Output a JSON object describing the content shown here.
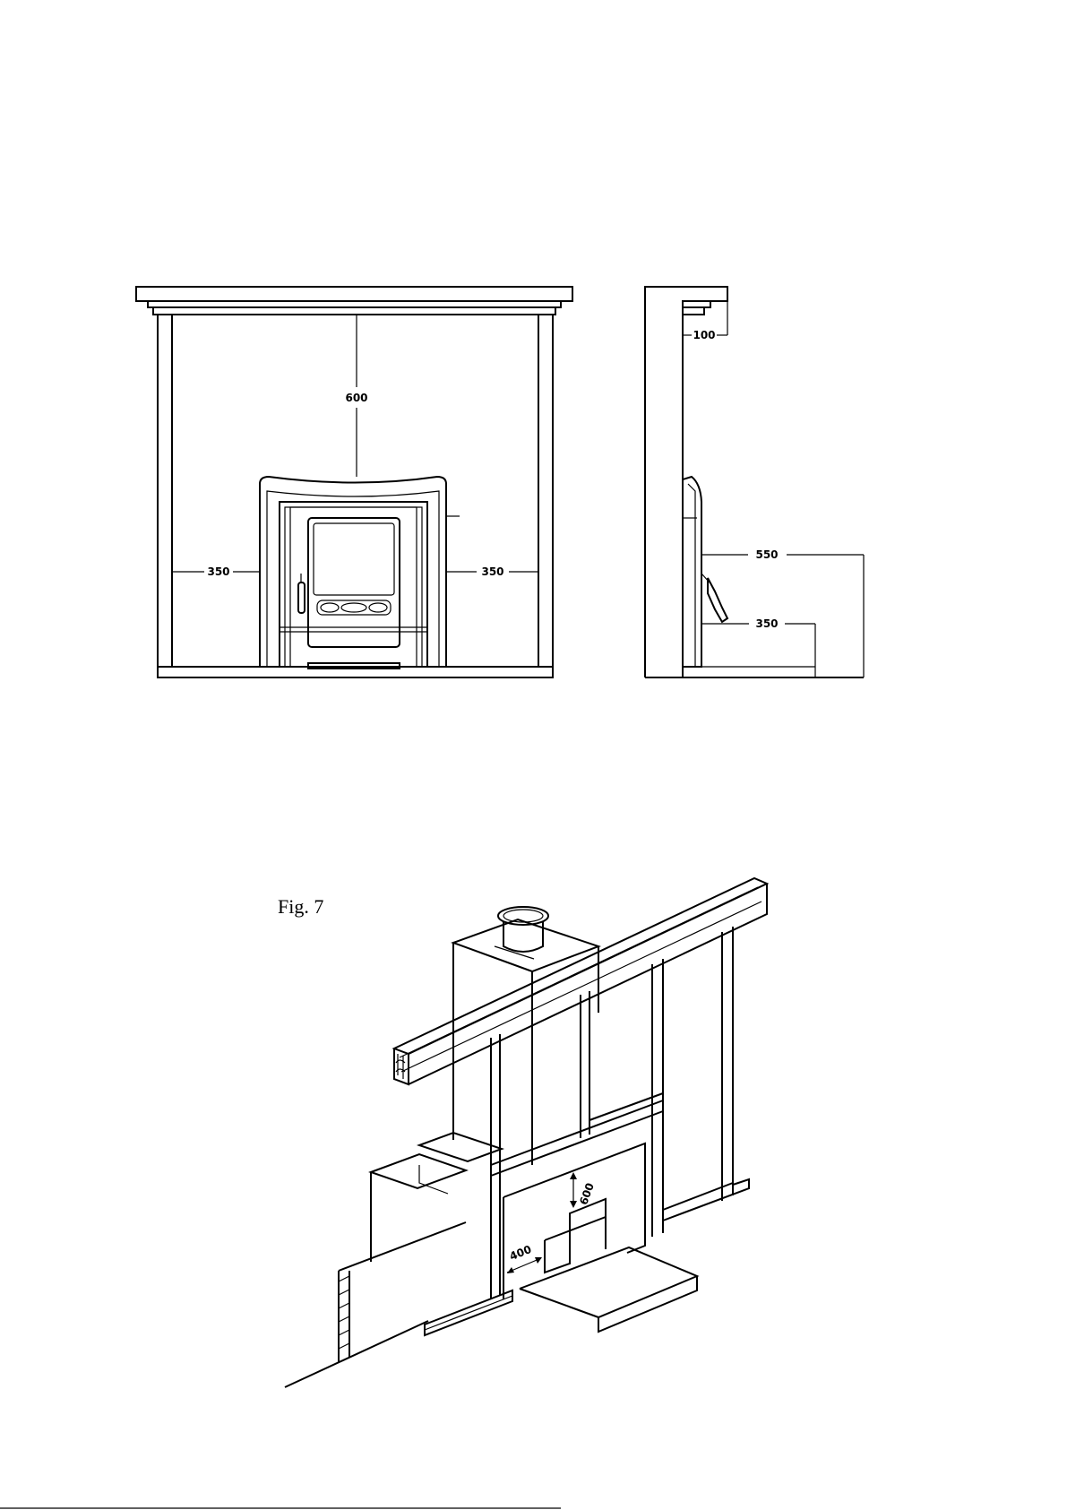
{
  "front_view": {
    "dim_top": "600",
    "dim_left": "350",
    "dim_right": "350"
  },
  "side_view": {
    "dim_top": "100",
    "dim_upper": "550",
    "dim_lower": "350"
  },
  "figure7": {
    "caption": "Fig. 7",
    "dim_height": "600",
    "dim_width": "400"
  }
}
